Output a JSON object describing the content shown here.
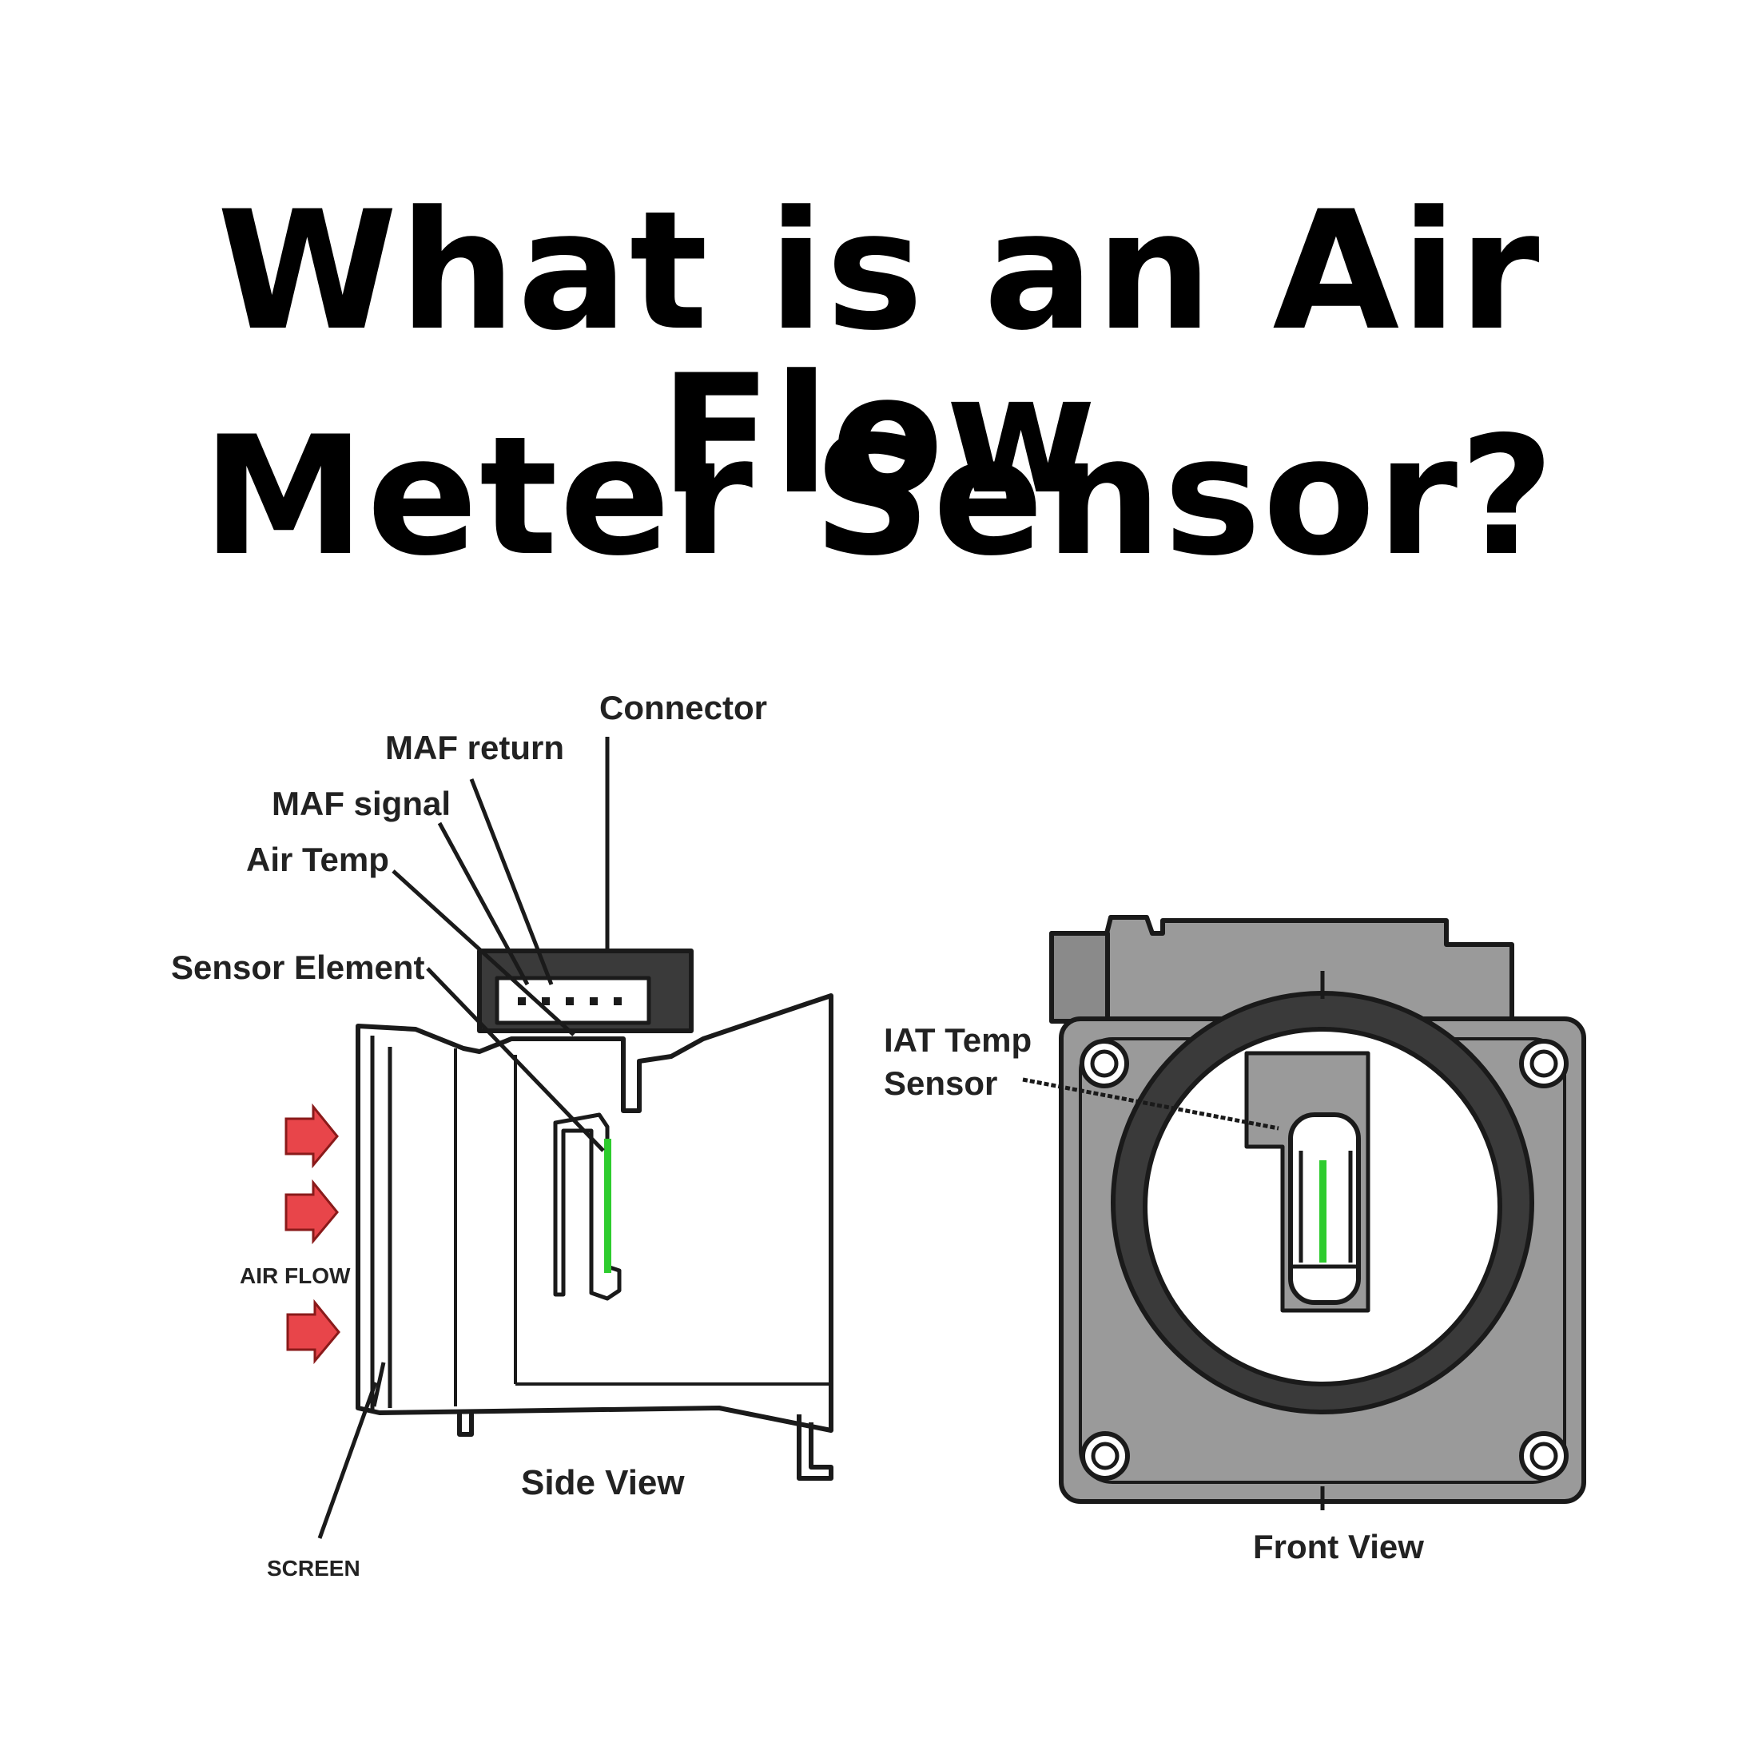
{
  "title": {
    "line1": "What is an Air Flow",
    "line2": "Meter Sensor?"
  },
  "side_view": {
    "caption": "Side View",
    "labels": {
      "connector": "Connector",
      "maf_return": "MAF return",
      "maf_signal": "MAF signal",
      "air_temp": "Air Temp",
      "sensor_element": "Sensor Element",
      "air_flow": "AIR FLOW",
      "screen": "SCREEN"
    }
  },
  "front_view": {
    "caption": "Front View",
    "labels": {
      "iat_line1": "IAT Temp",
      "iat_line2": "Sensor"
    }
  },
  "colors": {
    "sensor_element": "#2ecc2e",
    "arrows": "#e8454a",
    "housing_fill": "#9a9a9a",
    "outline": "#1a1a1a"
  }
}
